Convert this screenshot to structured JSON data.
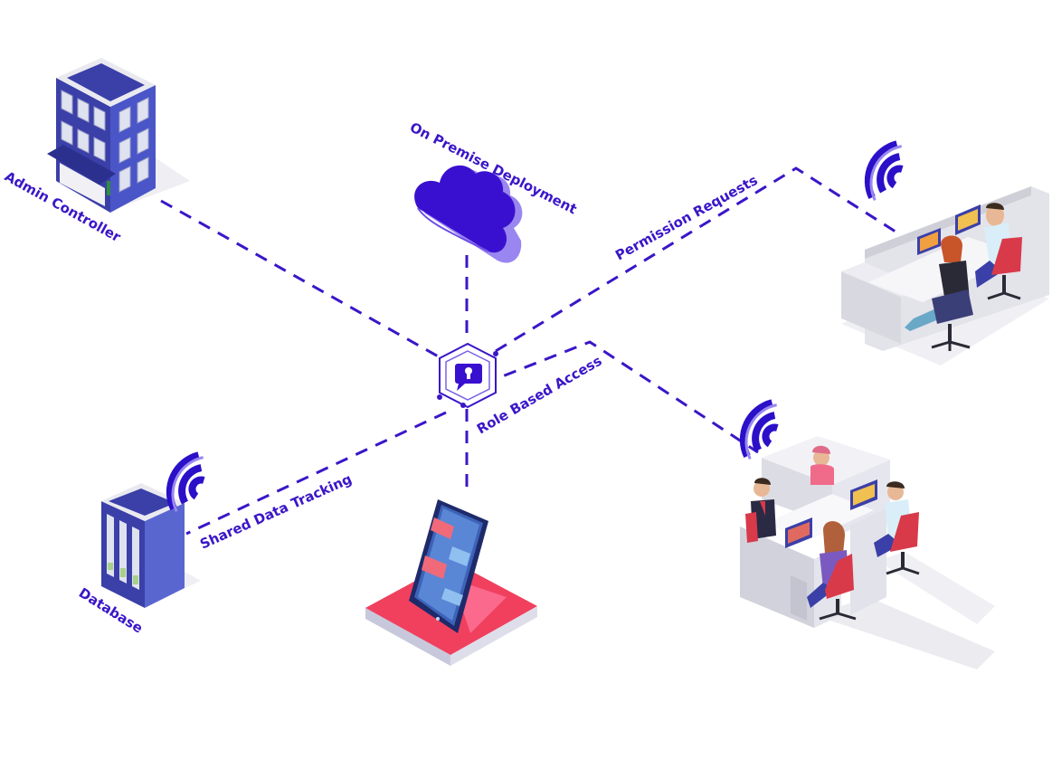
{
  "colors": {
    "accent": "#3a16c8",
    "accent_dark": "#2d0fa8",
    "cloud": "#3a10d0",
    "cloud_side": "#9a86f0",
    "building_blue": "#3b3fa8",
    "panel_gray": "#e6e6ec",
    "chair_red": "#d83a4a",
    "pad_pink": "#f0405e"
  },
  "labels": {
    "admin_controller": "Admin Controller",
    "on_premise_deployment": "On Premise Deployment",
    "permission_requests": "Permission Requests",
    "role_based_access": "Role Based Access",
    "shared_data_tracking": "Shared Data Tracking",
    "database": "Database"
  },
  "icons": {
    "center_hub": "keyhole-chat-shield-icon",
    "building": "office-building-icon",
    "cloud": "cloud-icon",
    "server": "database-server-icon",
    "phone": "smartphone-chat-icon",
    "wifi": "wifi-signal-icon",
    "office_upper": "office-workstation-icon",
    "office_lower": "team-workstation-icon"
  }
}
